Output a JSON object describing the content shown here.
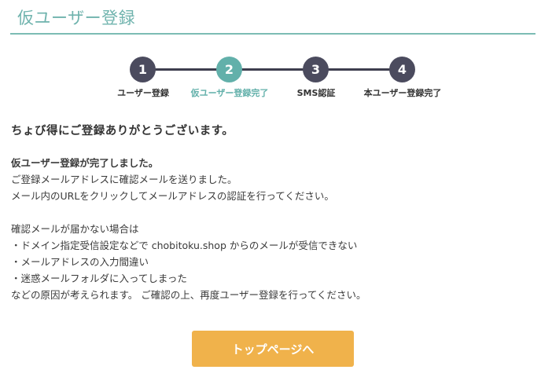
{
  "header": {
    "title": "仮ユーザー登録"
  },
  "stepper": {
    "steps": [
      {
        "number": "1",
        "label": "ユーザー登録",
        "active": false
      },
      {
        "number": "2",
        "label": "仮ユーザー登録完了",
        "active": true
      },
      {
        "number": "3",
        "label": "SMS認証",
        "active": false
      },
      {
        "number": "4",
        "label": "本ユーザー登録完了",
        "active": false
      }
    ]
  },
  "main": {
    "thanks_heading": "ちょび得にご登録ありがとうございます。",
    "complete_heading": "仮ユーザー登録が完了しました。",
    "lines_1": [
      "ご登録メールアドレスに確認メールを送りました。",
      "メール内のURLをクリックしてメールアドレスの認証を行ってください。"
    ],
    "lines_2": [
      "確認メールが届かない場合は",
      "・ドメイン指定受信設定などで chobitoku.shop からのメールが受信できない",
      "・メールアドレスの入力間違い",
      "・迷惑メールフォルダに入ってしまった",
      "などの原因が考えられます。 ご確認の上、再度ユーザー登録を行ってください。"
    ],
    "top_button_label": "トップページへ"
  },
  "colors": {
    "accent": "#62b0aa",
    "step_inactive": "#4b4b5e",
    "button": "#f0b24b"
  }
}
